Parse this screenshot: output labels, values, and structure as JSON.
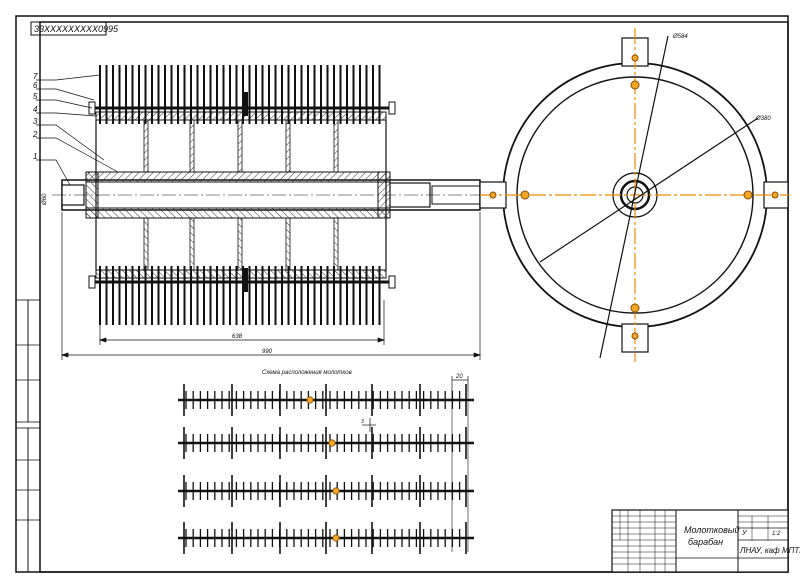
{
  "document_code": "33XXXXXXXXX0995",
  "part_numbers": [
    "1",
    "2",
    "3",
    "4",
    "5",
    "6",
    "7"
  ],
  "dimensions": {
    "hammer_span": "638",
    "overall_length": "990",
    "shaft_diameter": "Ø60",
    "disc_outer_diameter": "Ø584",
    "disc_pitch_diameter": "Ø380",
    "hammer_pitch": "20",
    "gap": "3"
  },
  "scheme_title": "Схема расположения молотков",
  "title_block": {
    "name_line1": "Молотковый",
    "name_line2": "барабан",
    "organization": "ЛНАУ, каф МПТК",
    "scale": "1:2",
    "litera": "У"
  },
  "colors": {
    "line": "#111111",
    "center_line": "#f08c00",
    "hatch": "#333333"
  }
}
